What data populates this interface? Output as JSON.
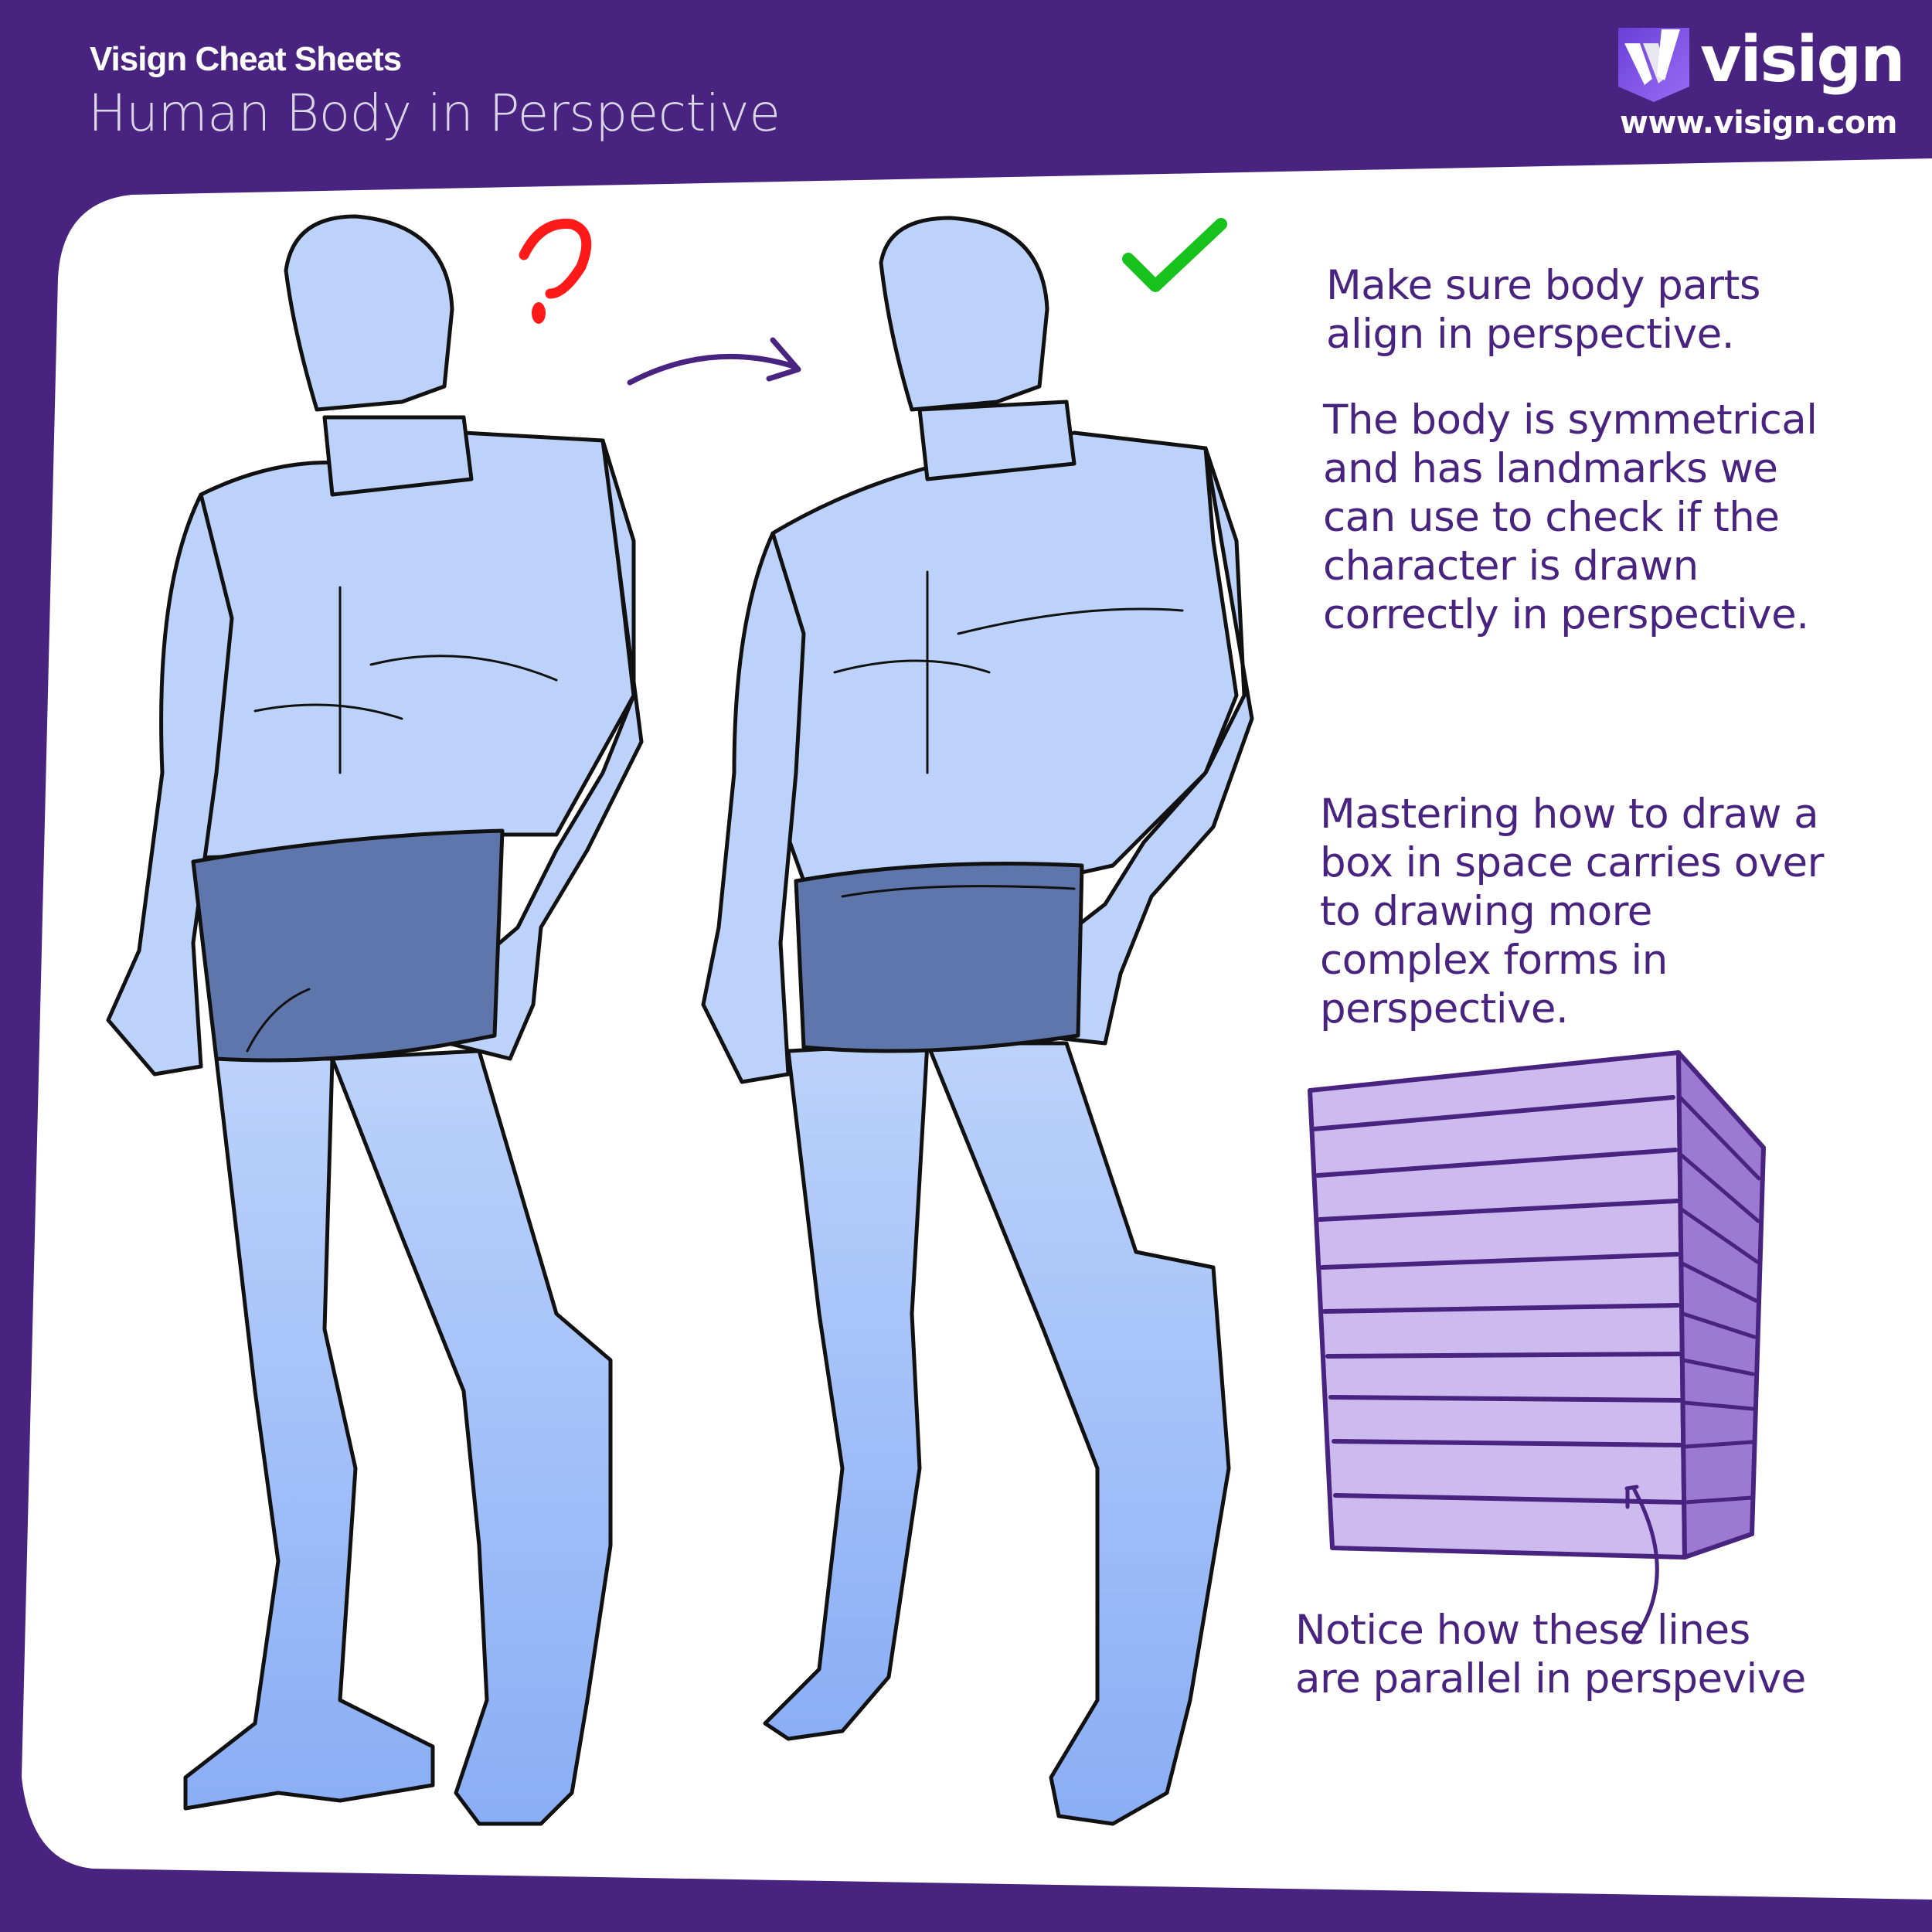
{
  "header": {
    "kicker": "Visign Cheat Sheets",
    "title": "Human Body in Perspective"
  },
  "brand": {
    "name": "visign",
    "url": "www.visign.com",
    "logo_icon": "visign-shield-logo-icon",
    "colors": {
      "primary_purple": "#48237f",
      "logo_violet": "#7b4fe0",
      "white": "#ffffff"
    }
  },
  "figures": [
    {
      "id": "incorrect",
      "marker_icon": "question-mark-icon",
      "marker_glyph": "?",
      "marker_color": "#ff1a1a",
      "description": "Male figure drawn with misaligned perspective"
    },
    {
      "id": "correct",
      "marker_icon": "check-mark-icon",
      "marker_glyph": "✓",
      "marker_color": "#18c21d",
      "description": "Male figure drawn with correct perspective alignment"
    }
  ],
  "transition_arrow_icon": "curved-arrow-right-icon",
  "notes": [
    {
      "text": "Make sure body parts\nalign in perspective."
    },
    {
      "text": "The body is symmetrical\nand has landmarks we\ncan use to check if the\ncharacter is drawn\ncorrectly in perspective."
    },
    {
      "text": "Mastering how to draw a\nbox in space carries over\nto drawing more\ncomplex forms in\nperspective."
    },
    {
      "text": "Notice how these lines\nare parallel in perspevive"
    }
  ],
  "box_illustration": {
    "front_color": "#cdbbef",
    "side_color": "#9c7ad2",
    "line_color": "#48237f",
    "stripe_count": 8
  },
  "colors": {
    "skin": "#bcd2fb",
    "skin_shadow": "#7d9ad8",
    "shorts": "#5f76ad",
    "outline": "#111111"
  }
}
